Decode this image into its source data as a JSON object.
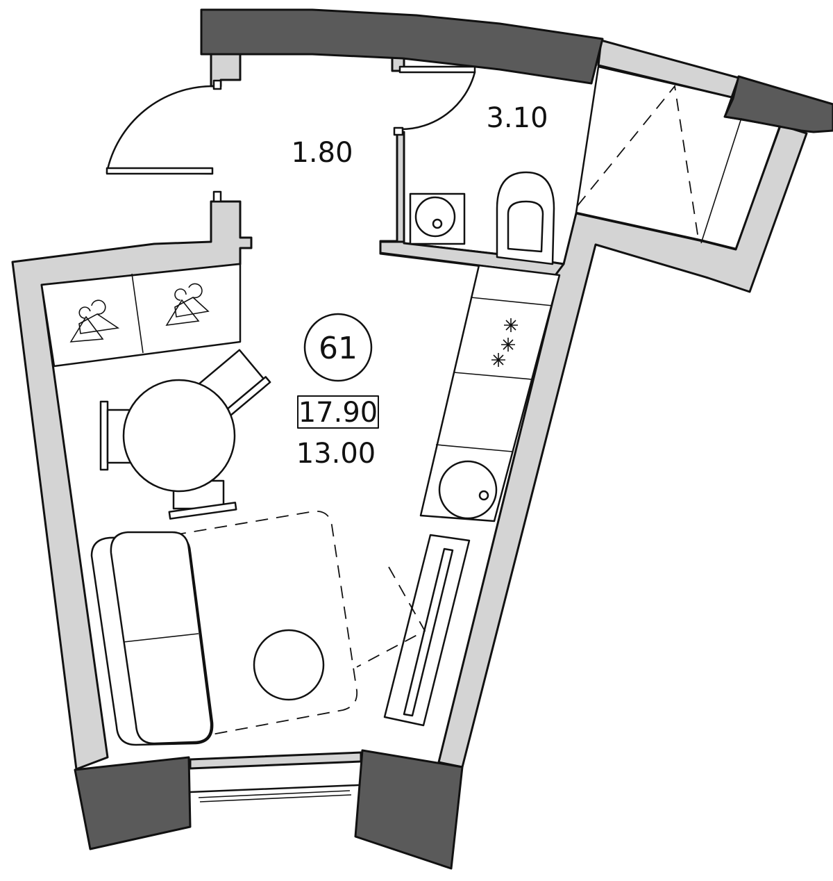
{
  "plan": {
    "apartment_number": "61",
    "total_area": "17.90",
    "living_area": "13.00",
    "rooms": [
      {
        "id": "hall",
        "area": "1.80"
      },
      {
        "id": "bathroom",
        "area": "3.10"
      }
    ],
    "colors": {
      "wall_light": "#d4d4d4",
      "wall_dark": "#5a5a5a",
      "line": "#111111",
      "background": "#ffffff"
    },
    "icons": [
      "hanger-icon",
      "hanger-icon",
      "stove-burner-icon",
      "sink-icon",
      "toilet-icon",
      "washbasin-icon"
    ]
  }
}
